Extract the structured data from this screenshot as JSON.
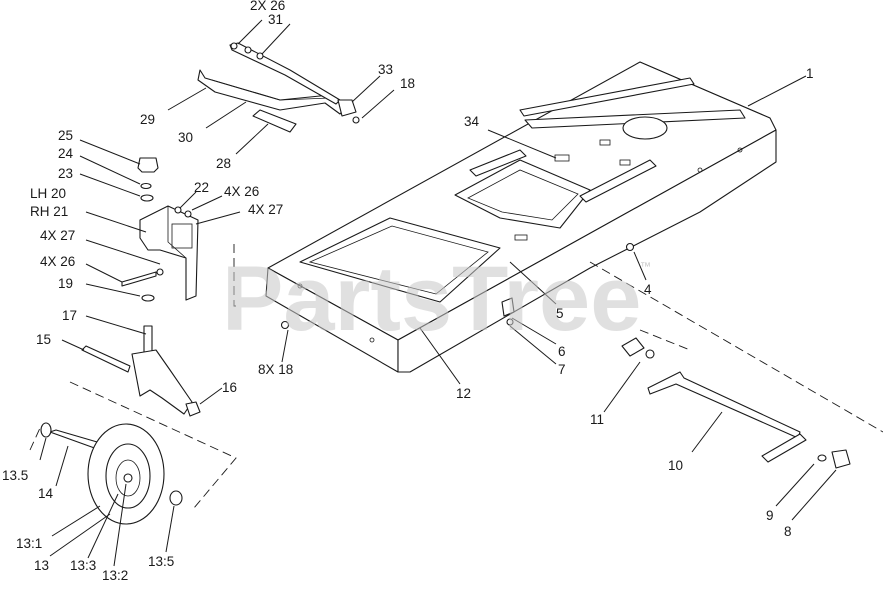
{
  "watermark": {
    "text": "PartsTree",
    "trademark": "™"
  },
  "callouts": [
    "2X 26",
    "31",
    "33",
    "18",
    "29",
    "30",
    "28",
    "25",
    "24",
    "23",
    "22",
    "4X 26",
    "4X 27",
    "LH 20",
    "RH 21",
    "4X 27",
    "4X 26",
    "19",
    "17",
    "15",
    "16",
    "13.5",
    "14",
    "13:1",
    "13",
    "13:3",
    "13:2",
    "13:5",
    "1",
    "34",
    "4",
    "5",
    "6",
    "7",
    "8X 18",
    "12",
    "11",
    "10",
    "9",
    "8"
  ]
}
